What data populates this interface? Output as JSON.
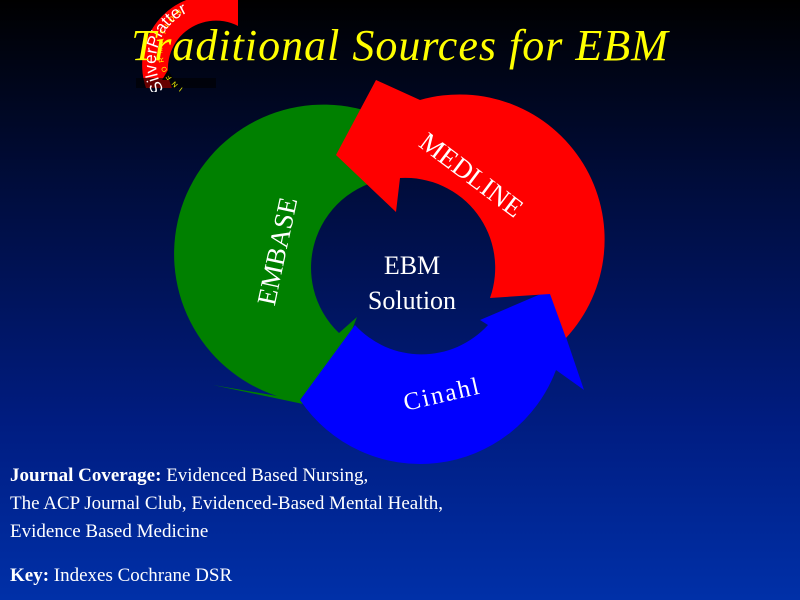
{
  "slide": {
    "title": "Traditional Sources for EBM"
  },
  "logo": {
    "brand": "SilverPlatter",
    "tagline": "INFORMATION"
  },
  "cycle": {
    "center_line1": "EBM",
    "center_line2": "Solution",
    "segments": [
      {
        "label": "MEDLINE",
        "color": "#ff0000"
      },
      {
        "label": "Cinahl",
        "color": "#0000ff"
      },
      {
        "label": "EMBASE",
        "color": "#008000"
      }
    ]
  },
  "info": {
    "coverage_label": "Journal Coverage:",
    "coverage_line1": "Evidenced Based Nursing,",
    "coverage_line2": "The ACP Journal Club, Evidenced-Based Mental Health,",
    "coverage_line3": "Evidence Based Medicine",
    "key_label": "Key:",
    "key_text": "Indexes Cochrane DSR"
  }
}
